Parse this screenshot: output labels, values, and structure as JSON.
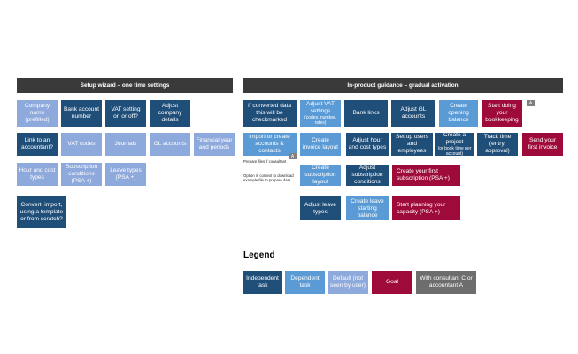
{
  "headers": {
    "setup": "Setup wizard – one time settings",
    "inproduct": "In-product guidance – gradual activation"
  },
  "setup": {
    "company_name": "Company name (prefilled)",
    "bank_account": "Bank account number",
    "vat_setting": "VAT setting on or off?",
    "adjust_company": "Adjust company details",
    "link_accountant": "Link to an accountant?",
    "vat_codes": "VAT codes",
    "journals": "Journals",
    "gl_accounts": "GL accounts",
    "financial_year": "Financial year and periods",
    "hour_cost": "Hour and cost types",
    "subscription_conditions": "Subscription conditions (PSA +)",
    "leave_types": "Leave types (PSA +)",
    "convert_import": "Convert, import, using a template or from scratch?"
  },
  "inproduct": {
    "converted_data": "If converted data this will be checkmarked",
    "adjust_vat": "Adjust VAT settings",
    "adjust_vat_sub": "(codes, number, rates)",
    "bank_links": "Bank links",
    "adjust_gl": "Adjust GL accounts",
    "create_opening": "Create opening balance",
    "start_bookkeeping": "Start doing your bookkeeping",
    "import_accounts": "Import or create accounts & contacts",
    "create_invoice_layout": "Create invoice layout",
    "adjust_hour": "Adjust hour and cost types",
    "setup_users": "Set up users and employees",
    "create_project": "Create a project",
    "create_project_sub": "(or book time per account)",
    "track_time": "Track time (entry, approval)",
    "send_invoice": "Send your first invoice",
    "create_sub_layout": "Create subscription layout",
    "adjust_sub_conditions": "Adjust subscription conditions",
    "create_first_sub": "Create your first subscription (PSA +)",
    "adjust_leave": "Adjust leave types",
    "create_leave": "Create leave starting balance",
    "start_planning": "Start planning your capacity (PSA +)",
    "note1": "Prepare files if consultant",
    "note2": "Option in context to download example file to prepare data",
    "marker_a": "A"
  },
  "legend": {
    "title": "Legend",
    "independent": "Independent task",
    "dependent": "Dependent task",
    "default": "Default (not seen by user)",
    "goal": "Goal",
    "consultant": "With consultant C or accountant A"
  },
  "colors": {
    "independent": "#1f4e79",
    "dependent": "#5b9bd5",
    "default": "#8ea9db",
    "goal": "#9e0b3a",
    "consultant": "#6d6d6d",
    "header": "#3a3a3a"
  }
}
